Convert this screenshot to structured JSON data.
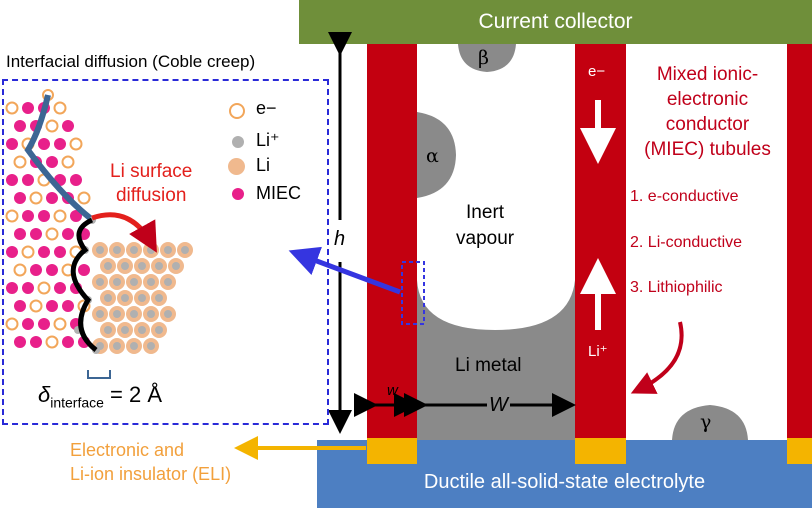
{
  "header": {
    "current_collector": "Current collector"
  },
  "footer": {
    "electrolyte": "Ductile all-solid-state electrolyte"
  },
  "inset": {
    "title": "Interfacial diffusion (Coble creep)",
    "legend": [
      {
        "label": "e−",
        "color": "#f2a65a"
      },
      {
        "label": "Li⁺",
        "color": "#b0b0b0"
      },
      {
        "label": "Li",
        "color": "#f0b98e"
      },
      {
        "label": "MIEC",
        "color": "#e8208a"
      }
    ],
    "surface_diffusion": "Li surface\ndiffusion",
    "delta_symbol": "δ",
    "delta_sub": "interface",
    "delta_value": " = 2 Å"
  },
  "main": {
    "h_label": "h",
    "w_label": "w",
    "W_label": "W",
    "beta": "β",
    "alpha": "α",
    "gamma": "γ",
    "inert_vapour": "Inert\nvapour",
    "li_metal": "Li metal",
    "e_minus": "e−",
    "li_plus": "Li⁺",
    "miec_title": "Mixed ionic-\nelectronic\nconductor\n(MIEC) tubules",
    "props": [
      "1. e-conductive",
      "2. Li-conductive",
      "3. Lithiophilic"
    ],
    "eli_label": "Electronic and\nLi-ion insulator (ELI)"
  },
  "colors": {
    "tubule": "#c30010",
    "eli": "#f4b400",
    "electrolyte": "#4d7fc2",
    "collector": "#6f8f3a",
    "li_metal": "#8a8a8a"
  }
}
